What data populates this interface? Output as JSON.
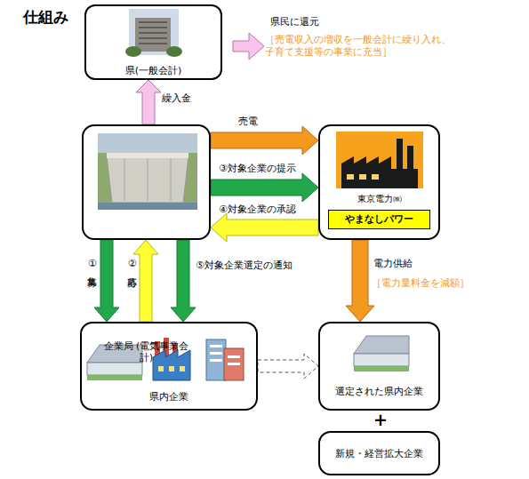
{
  "diagram": {
    "title": "仕組み",
    "nodes": [
      {
        "text": [
          "県(一般会計)"
        ]
      },
      {
        "text": [
          "企業局 (電気事業会計)"
        ]
      },
      {
        "text": [
          "東京電力㈱"
        ]
      },
      {
        "text": [
          "やまなしパワー"
        ],
        "in": 2
      },
      {
        "text": [
          "県内企業"
        ]
      },
      {
        "text": [
          "選定された県内企業"
        ]
      },
      {
        "text": [
          "新規・経営拡大企業"
        ]
      }
    ],
    "edges": [
      {
        "from": 1,
        "to": 0,
        "label": "繰入金",
        "arrow": "to"
      },
      {
        "from": 1,
        "to": 2,
        "label": "売電",
        "arrow": "to"
      },
      {
        "from": 1,
        "to": 2,
        "label": "③対象企業の提示",
        "arrow": "to"
      },
      {
        "from": 2,
        "to": 1,
        "label": "④対象企業の承認",
        "arrow": "to"
      },
      {
        "from": 1,
        "to": 4,
        "label": "①募集",
        "arrow": "to"
      },
      {
        "from": 4,
        "to": 1,
        "label": "②応募",
        "arrow": "to"
      },
      {
        "from": 1,
        "to": 4,
        "label": "⑤対象企業選定の通知",
        "arrow": "to"
      },
      {
        "from": 2,
        "to": 5,
        "label": "電力供給",
        "arrow": "to"
      },
      {
        "from": 4,
        "to": 5,
        "arrow": "to"
      }
    ],
    "labels": [
      "県民に還元",
      "［売電収入の増収を一般会計に繰り入れ、 子育て支援等の事業に充当］",
      "［電力量料金を減額］",
      "+"
    ]
  }
}
